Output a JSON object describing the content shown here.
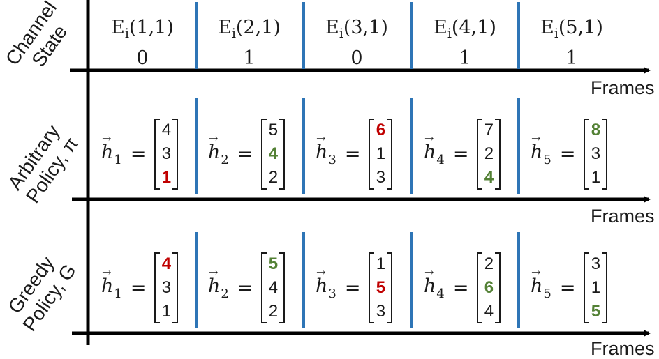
{
  "colors": {
    "divider": "#2e75b6",
    "axis": "#000000",
    "highlight_red": "#c00000",
    "highlight_green": "#538135"
  },
  "rows": {
    "channel": {
      "label_line1": "Channel",
      "label_line2": "State"
    },
    "arbitrary": {
      "label_line1": "Arbitrary",
      "label_line2": "Policy, π"
    },
    "greedy": {
      "label_line1": "Greedy",
      "label_line2": "Policy, G"
    }
  },
  "axis_label": "Frames",
  "channel_states": [
    {
      "e": "E",
      "sub": "i",
      "args": "(1,1)",
      "value": "0"
    },
    {
      "e": "E",
      "sub": "i",
      "args": "(2,1)",
      "value": "1"
    },
    {
      "e": "E",
      "sub": "i",
      "args": "(3,1)",
      "value": "0"
    },
    {
      "e": "E",
      "sub": "i",
      "args": "(4,1)",
      "value": "1"
    },
    {
      "e": "E",
      "sub": "i",
      "args": "(5,1)",
      "value": "1"
    }
  ],
  "vector_symbol": "h",
  "equals": "=",
  "arbitrary_vectors": [
    {
      "sub": "1",
      "values": [
        "4",
        "3",
        "1"
      ],
      "highlight": [
        null,
        null,
        "red"
      ]
    },
    {
      "sub": "2",
      "values": [
        "5",
        "4",
        "2"
      ],
      "highlight": [
        null,
        "green",
        null
      ]
    },
    {
      "sub": "3",
      "values": [
        "6",
        "1",
        "3"
      ],
      "highlight": [
        "red",
        null,
        null
      ]
    },
    {
      "sub": "4",
      "values": [
        "7",
        "2",
        "4"
      ],
      "highlight": [
        null,
        null,
        "green"
      ]
    },
    {
      "sub": "5",
      "values": [
        "8",
        "3",
        "1"
      ],
      "highlight": [
        "green",
        null,
        null
      ]
    }
  ],
  "greedy_vectors": [
    {
      "sub": "1",
      "values": [
        "4",
        "3",
        "1"
      ],
      "highlight": [
        "red",
        null,
        null
      ]
    },
    {
      "sub": "2",
      "values": [
        "5",
        "4",
        "2"
      ],
      "highlight": [
        "green",
        null,
        null
      ]
    },
    {
      "sub": "3",
      "values": [
        "1",
        "5",
        "3"
      ],
      "highlight": [
        null,
        "red",
        null
      ]
    },
    {
      "sub": "4",
      "values": [
        "2",
        "6",
        "4"
      ],
      "highlight": [
        null,
        "green",
        null
      ]
    },
    {
      "sub": "5",
      "values": [
        "3",
        "1",
        "5"
      ],
      "highlight": [
        null,
        null,
        "green"
      ]
    }
  ]
}
